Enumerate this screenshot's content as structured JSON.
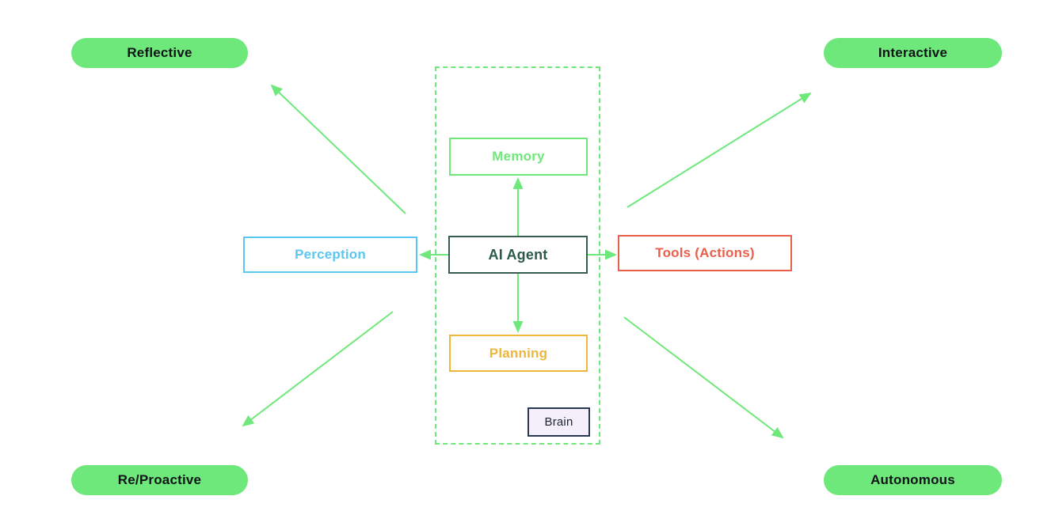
{
  "diagram": {
    "title_hint": "AI Agent architecture diagram",
    "center_column": {
      "memory_label": "Memory",
      "agent_label": "AI Agent",
      "planning_label": "Planning",
      "brain_label": "Brain"
    },
    "side_nodes": {
      "perception_label": "Perception",
      "tools_label": "Tools (Actions)"
    },
    "traits": [
      {
        "label": "Reflective",
        "position": "top-left"
      },
      {
        "label": "Interactive",
        "position": "top-right"
      },
      {
        "label": "Re/Proactive",
        "position": "bottom-left"
      },
      {
        "label": "Autonomous",
        "position": "bottom-right"
      }
    ],
    "colors": {
      "green": "#6ee87a",
      "dark_green": "#2b5a49",
      "blue": "#5bc6f2",
      "red": "#e8604c",
      "yellow": "#eeb73c",
      "brain_background": "#f5eefb",
      "brain_border": "#2b3950",
      "pill_text": "#101418",
      "background": "#ffffff"
    }
  }
}
